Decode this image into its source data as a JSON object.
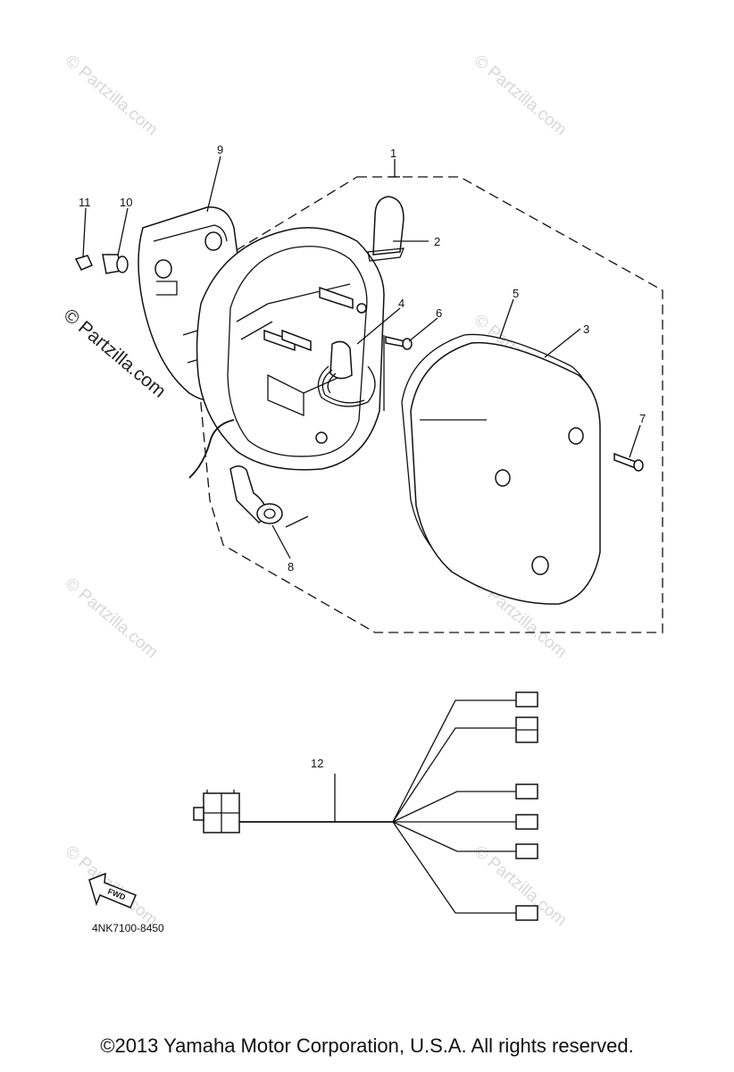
{
  "watermark": {
    "text": "© Partzilla.com",
    "main_text": "© Partzilla.com"
  },
  "callouts": {
    "p1": "1",
    "p2": "2",
    "p3": "3",
    "p4": "4",
    "p5": "5",
    "p6": "6",
    "p7": "7",
    "p8": "8",
    "p9": "9",
    "p10": "10",
    "p11": "11",
    "p12": "12"
  },
  "fwd_label": "FWD",
  "diagram_code": "4NK7100-8450",
  "copyright": "©2013  Yamaha Motor Corporation, U.S.A. All rights reserved."
}
